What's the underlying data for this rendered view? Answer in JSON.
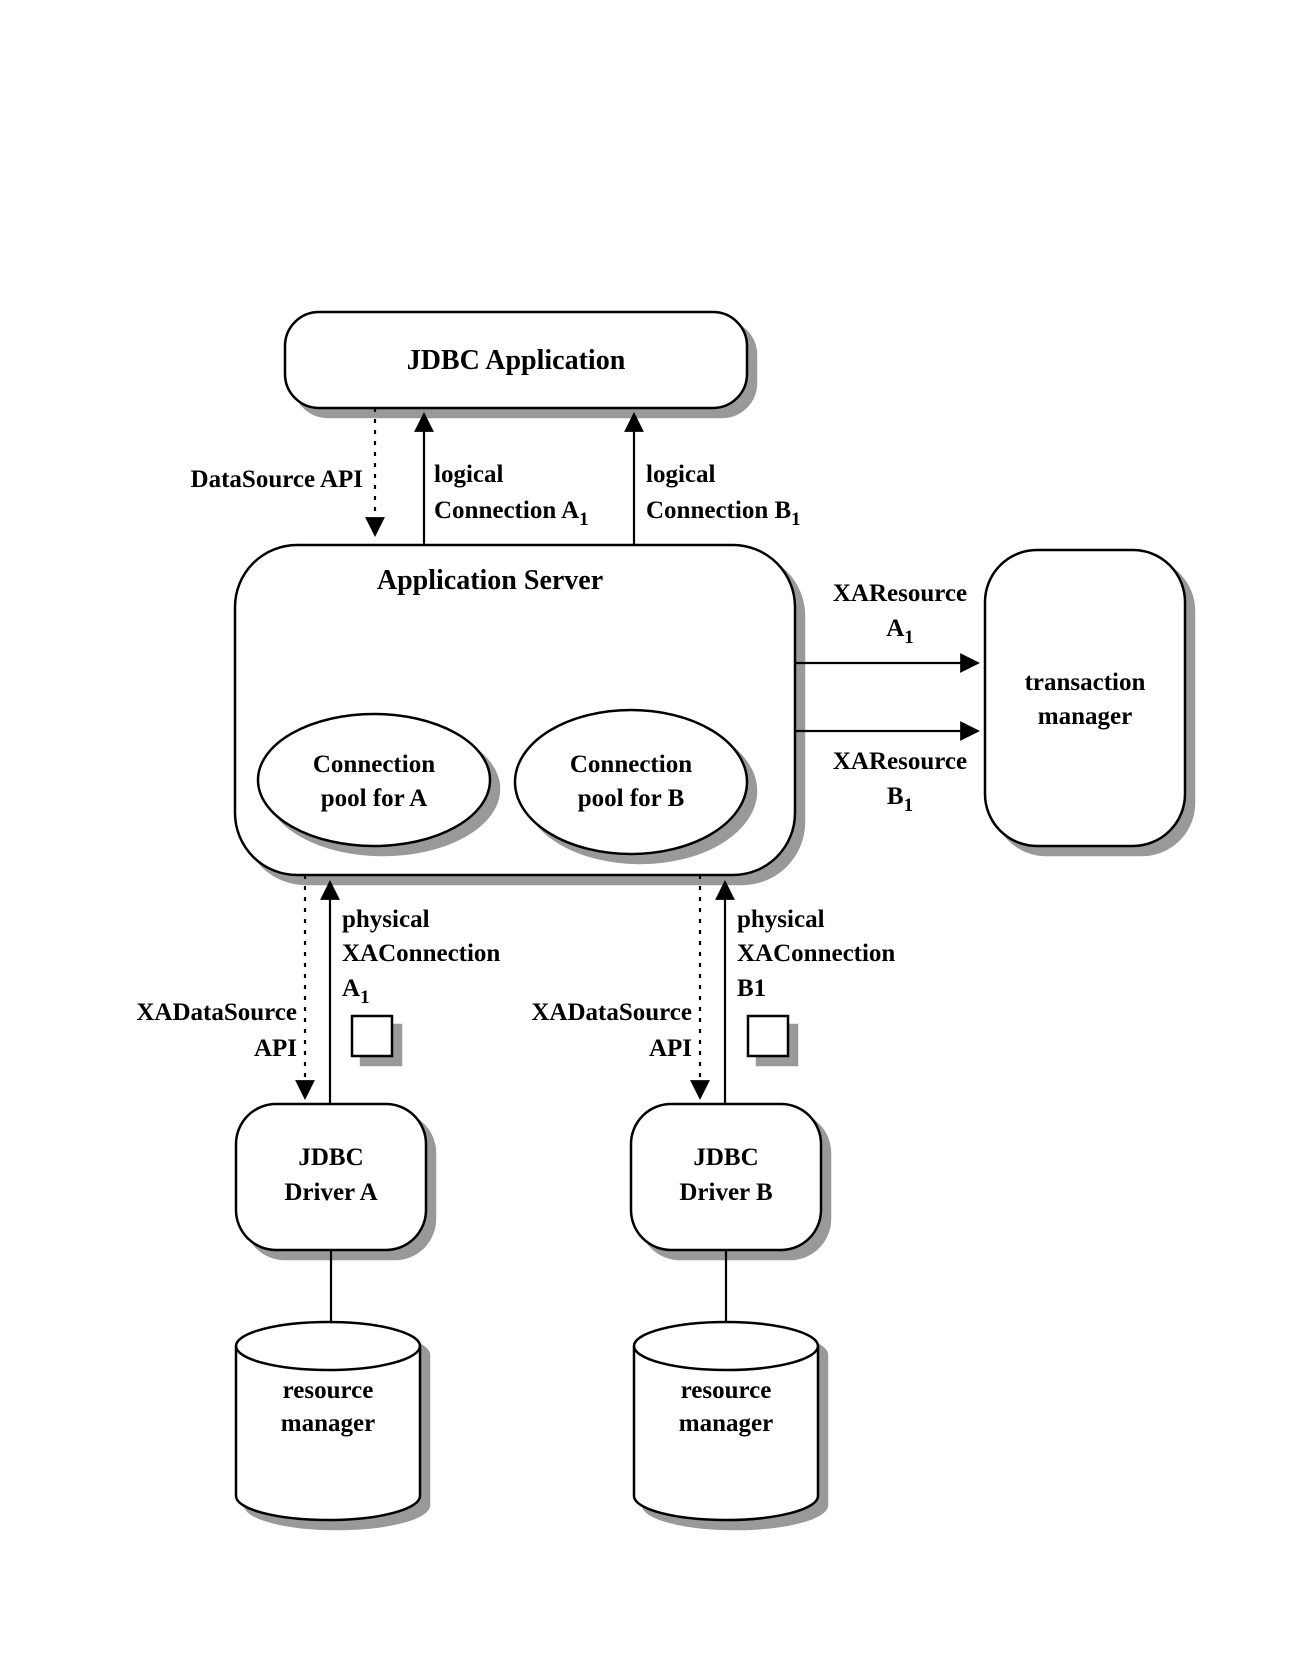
{
  "colors": {
    "fill": "#ffffff",
    "stroke": "#000000",
    "shadow": "#999999",
    "background": "#ffffff"
  },
  "nodes": {
    "jdbc_application": {
      "label": "JDBC Application"
    },
    "application_server": {
      "label": "Application Server"
    },
    "pool_a": {
      "line1": "Connection",
      "line2": "pool for A"
    },
    "pool_b": {
      "line1": "Connection",
      "line2": "pool for B"
    },
    "transaction_manager": {
      "line1": "transaction",
      "line2": "manager"
    },
    "driver_a": {
      "line1": "JDBC",
      "line2": "Driver A"
    },
    "driver_b": {
      "line1": "JDBC",
      "line2": "Driver B"
    },
    "resource_manager_a": {
      "line1": "resource",
      "line2": "manager"
    },
    "resource_manager_b": {
      "line1": "resource",
      "line2": "manager"
    }
  },
  "edges": {
    "datasource_api": {
      "label": "DataSource API"
    },
    "logical_conn_a": {
      "line1": "logical",
      "line2": "Connection A",
      "sub": "1"
    },
    "logical_conn_b": {
      "line1": "logical",
      "line2": "Connection B",
      "sub": "1"
    },
    "xaresource_a": {
      "line1": "XAResource",
      "line2": "A",
      "sub": "1"
    },
    "xaresource_b": {
      "line1": "XAResource",
      "line2": "B",
      "sub": "1"
    },
    "physical_xaconn_a": {
      "line1": "physical",
      "line2": "XAConnection",
      "line3": "A",
      "sub": "1"
    },
    "physical_xaconn_b": {
      "line1": "physical",
      "line2": "XAConnection",
      "line3": "B1"
    },
    "xadatasource_api_a": {
      "line1": "XADataSource",
      "line2": "API"
    },
    "xadatasource_api_b": {
      "line1": "XADataSource",
      "line2": "API"
    }
  }
}
